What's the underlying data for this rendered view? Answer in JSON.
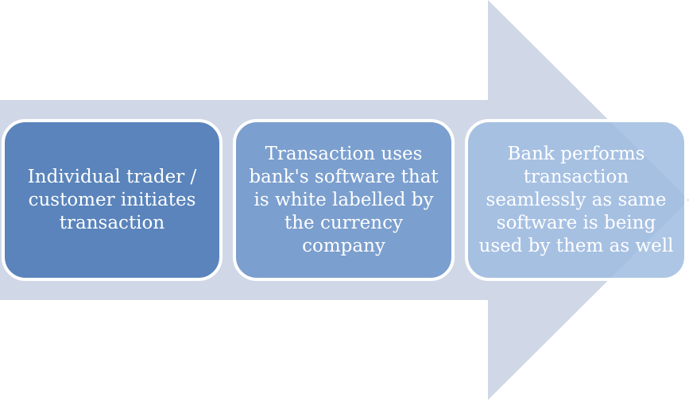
{
  "colors": {
    "arrow_fill": "#d0d8e7",
    "step_1_fill": "#5a84bb",
    "step_2_fill": "#7b9fce",
    "step_3_fill": "#9fbce1",
    "text": "#ffffff"
  },
  "steps": [
    {
      "label": "Individual trader /\ncustomer initiates\ntransaction"
    },
    {
      "label": "Transaction uses\nbank's software that\nis white labelled by\nthe currency\ncompany"
    },
    {
      "label": "Bank performs\ntransaction\nseamlessly as same\nsoftware is being\nused by them as well"
    }
  ]
}
